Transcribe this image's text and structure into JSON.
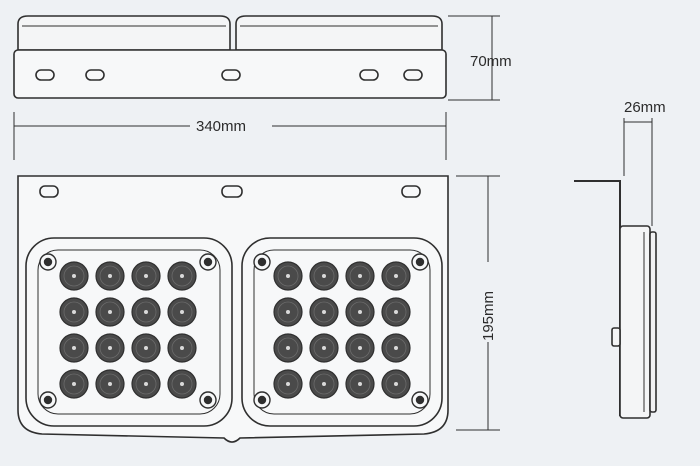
{
  "dimensions": {
    "height_top": "70mm",
    "width": "340mm",
    "height_front": "195mm",
    "depth": "26mm"
  },
  "led_grid": {
    "rows": 4,
    "cols": 4,
    "panels": 2
  },
  "colors": {
    "background": "#eef1f4",
    "line": "#2f2f2f",
    "led_fill": "#4a4a4a",
    "led_dot": "#d9d9d9"
  }
}
